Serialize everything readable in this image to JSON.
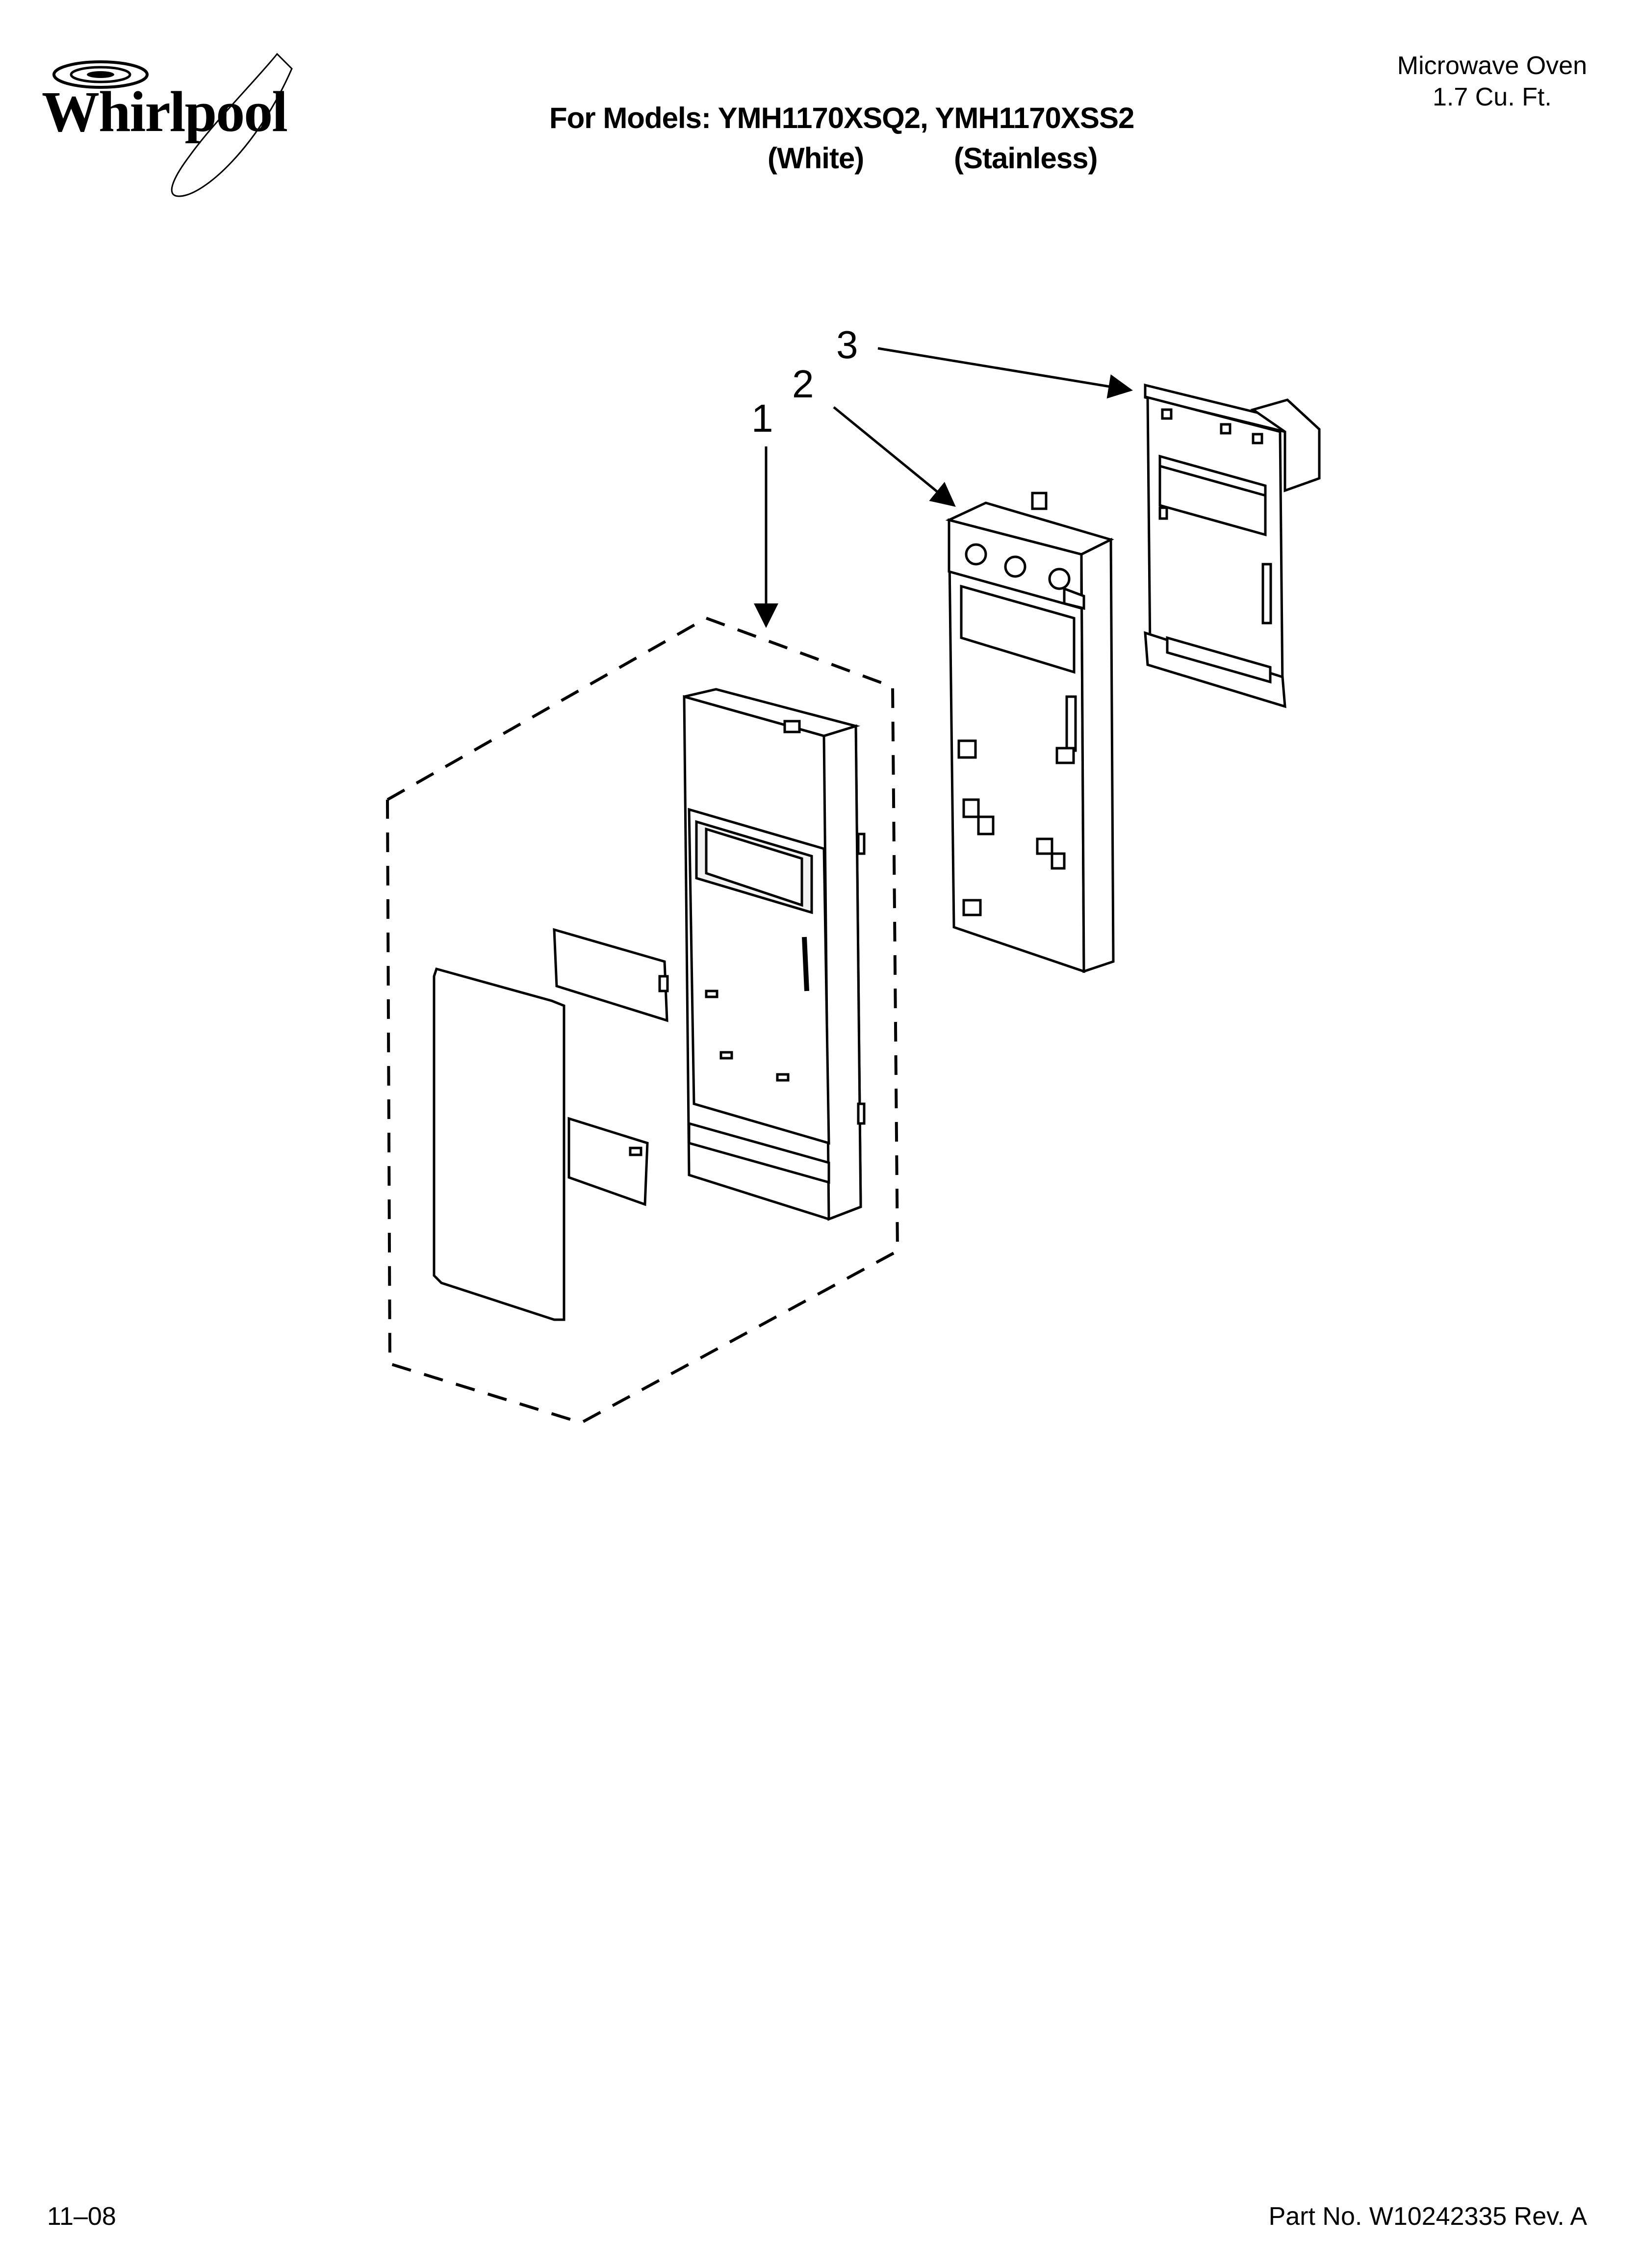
{
  "brand": {
    "logo_text": "Whirlpool"
  },
  "header": {
    "models_line": "For Models: YMH1170XSQ2, YMH1170XSS2",
    "variant_white": "(White)",
    "variant_stainless": "(Stainless)",
    "product_line1": "Microwave Oven",
    "product_line2": "1.7 Cu. Ft."
  },
  "diagram": {
    "callouts": [
      {
        "label": "1"
      },
      {
        "label": "2"
      },
      {
        "label": "3"
      }
    ]
  },
  "footer": {
    "date": "11–08",
    "part_number": "Part No. W10242335 Rev. A"
  }
}
